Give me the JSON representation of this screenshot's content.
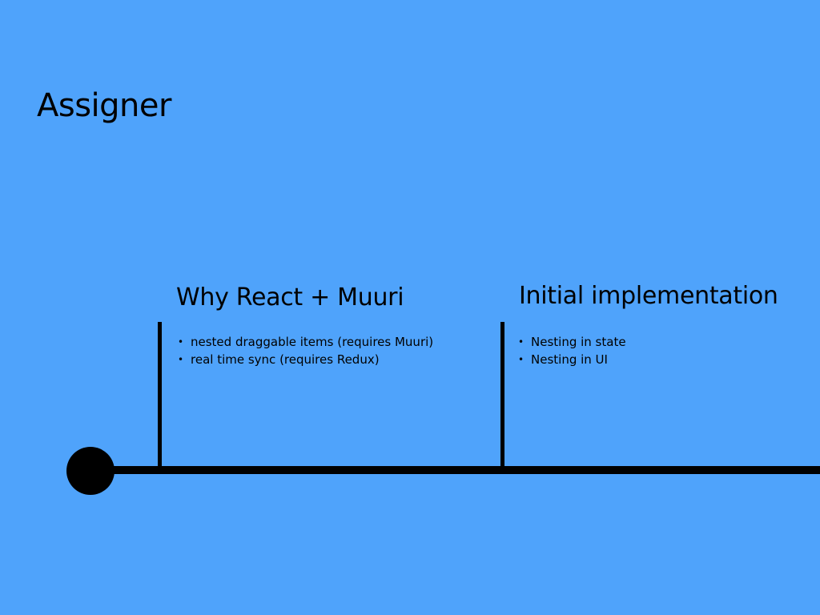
{
  "slide": {
    "title": "Assigner",
    "background_color": "#4fa3fb"
  },
  "timeline": {
    "color": "#000000",
    "milestones": [
      {
        "heading": "Why React + Muuri",
        "bullets": [
          "nested draggable items (requires Muuri)",
          "real time sync (requires Redux)"
        ]
      },
      {
        "heading": "Initial implementation",
        "bullets": [
          "Nesting in state",
          "Nesting in UI"
        ]
      }
    ]
  },
  "bullet_glyph": "•"
}
